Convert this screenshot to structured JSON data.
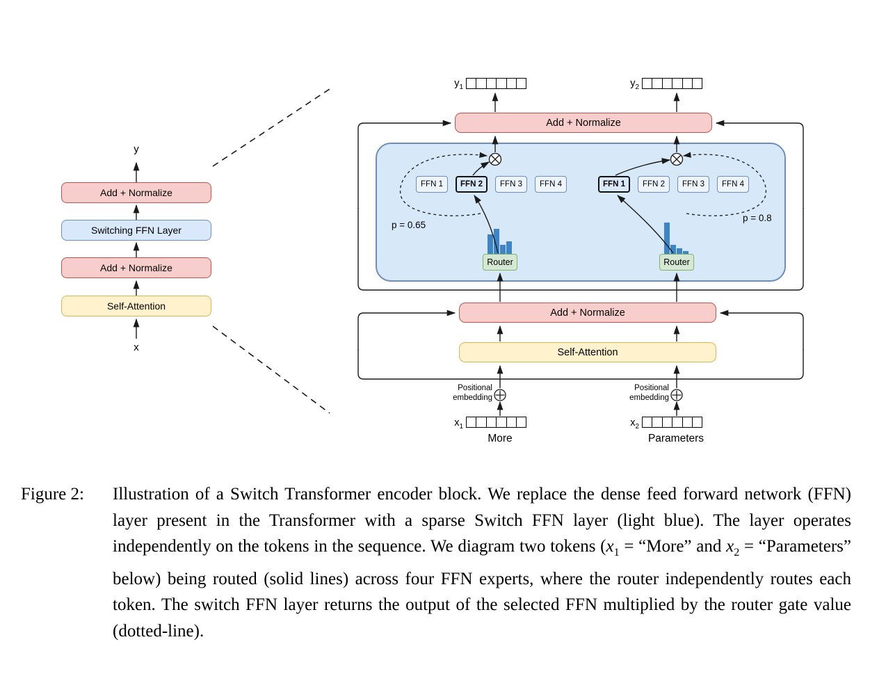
{
  "colors": {
    "pink_fill": "#F8CECC",
    "pink_border": "#B85450",
    "blue_fill": "#DAE8FC",
    "blue_border": "#6C8EBF",
    "switch_layer_container_fill": "#D7E8F8",
    "yellow_fill": "#FFF2CC",
    "yellow_border": "#D6B656",
    "green_fill": "#D5E8D4",
    "green_border": "#82B366",
    "bar_blue": "#3D85C6"
  },
  "icons": {
    "multiply_gate": "circle-times",
    "add_positional": "circle-plus"
  },
  "figure": {
    "left_block": {
      "output_label": "y",
      "input_label": "x",
      "layers": [
        {
          "label": "Add + Normalize"
        },
        {
          "label": "Switching FFN Layer"
        },
        {
          "label": "Add + Normalize"
        },
        {
          "label": "Self-Attention"
        }
      ]
    },
    "right_block": {
      "token_cells": 6,
      "outputs": [
        {
          "base": "y",
          "sub": "1"
        },
        {
          "base": "y",
          "sub": "2"
        }
      ],
      "inputs": [
        {
          "base": "x",
          "sub": "1",
          "word": "More"
        },
        {
          "base": "x",
          "sub": "2",
          "word": "Parameters"
        }
      ],
      "add_normalize_top": "Add + Normalize",
      "add_normalize_mid": "Add + Normalize",
      "self_attention": "Self-Attention",
      "positional_embedding_line1": "Positional",
      "positional_embedding_line2": "embedding",
      "expert_groups": [
        {
          "experts": [
            "FFN 1",
            "FFN 2",
            "FFN 3",
            "FFN 4"
          ],
          "selected_index": 1,
          "p_label": "p = 0.65",
          "router_label": "Router",
          "bars": [
            0.5,
            0.65,
            0.24,
            0.33
          ]
        },
        {
          "experts": [
            "FFN 1",
            "FFN 2",
            "FFN 3",
            "FFN 4"
          ],
          "selected_index": 0,
          "p_label": "p = 0.8",
          "router_label": "Router",
          "bars": [
            0.82,
            0.24,
            0.15,
            0.07
          ]
        }
      ]
    }
  },
  "caption": {
    "label": "Figure 2:",
    "segments": [
      {
        "type": "text",
        "value": "Illustration of a Switch Transformer encoder block. We replace the dense feed forward network (FFN) layer present in the Transformer with a sparse Switch FFN layer (light blue). The layer operates independently on the tokens in the sequence. We diagram two tokens ("
      },
      {
        "type": "math",
        "base": "x",
        "sub": "1"
      },
      {
        "type": "text",
        "value": " = “More” and "
      },
      {
        "type": "math",
        "base": "x",
        "sub": "2"
      },
      {
        "type": "text",
        "value": " = “Parameters” below) being routed (solid lines) across four FFN experts, where the router independently routes each token. The switch FFN layer returns the output of the selected FFN multiplied by the router gate value (dotted-line)."
      }
    ]
  }
}
